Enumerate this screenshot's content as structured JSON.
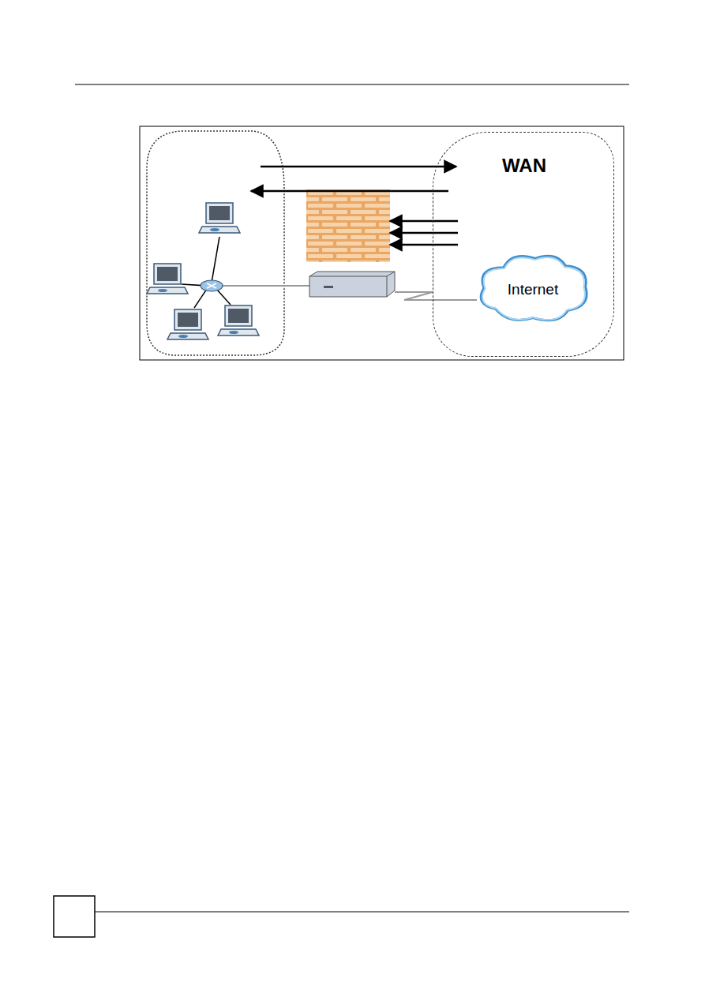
{
  "diagram": {
    "nodes": [
      {
        "text": [
          "WAN"
        ]
      },
      {
        "text": [
          "Internet"
        ],
        "in": 0
      }
    ]
  }
}
